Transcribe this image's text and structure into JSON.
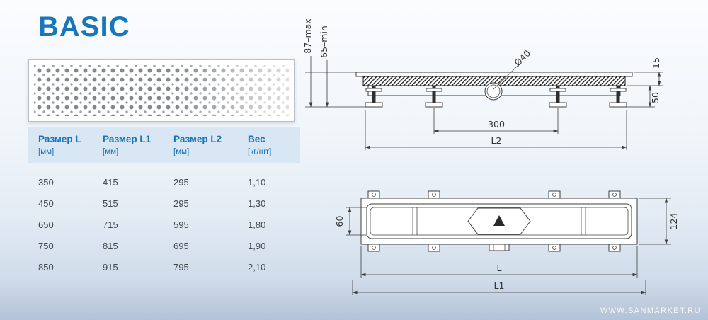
{
  "page": {
    "title": "BASIC",
    "watermark": "WWW.SANMARKET.RU"
  },
  "colors": {
    "accent": "#1777b9",
    "table_header_bg": "#d9e6f3",
    "drawing_line": "#3d3d3d"
  },
  "table": {
    "headers": [
      {
        "label": "Размер L",
        "unit": "[мм]"
      },
      {
        "label": "Размер L1",
        "unit": "[мм]"
      },
      {
        "label": "Размер L2",
        "unit": "[мм]"
      },
      {
        "label": "Вес",
        "unit": "[кг/шт]"
      }
    ],
    "rows": [
      [
        "350",
        "415",
        "295",
        "1,10"
      ],
      [
        "450",
        "515",
        "295",
        "1,30"
      ],
      [
        "650",
        "715",
        "595",
        "1,80"
      ],
      [
        "750",
        "815",
        "695",
        "1,90"
      ],
      [
        "850",
        "915",
        "795",
        "2,10"
      ]
    ]
  },
  "side_view": {
    "dim_height_max": "87–max",
    "dim_height_min": "65–min",
    "dim_outlet": "Ø40",
    "dim_foot_span": "300",
    "dim_overall": "L2",
    "dim_edge_height": "15",
    "dim_leg_height": "50"
  },
  "top_view": {
    "dim_channel_width": "60",
    "dim_overall_width": "124",
    "dim_length": "L",
    "dim_overall_length": "L1"
  }
}
